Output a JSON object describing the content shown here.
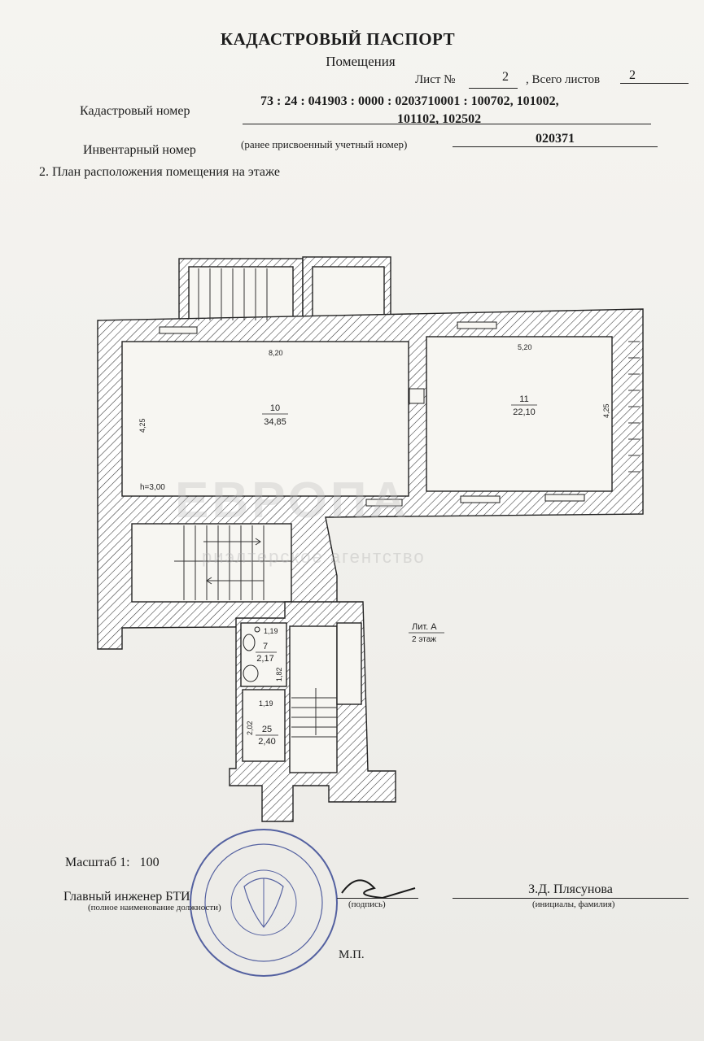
{
  "header": {
    "title": "КАДАСТРОВЫЙ ПАСПОРТ",
    "subtitle": "Помещения",
    "sheet_label": "Лист №",
    "sheet_value": "2",
    "total_label": ", Всего листов",
    "total_value": "2"
  },
  "cadastral": {
    "label": "Кадастровый номер",
    "line1": "73 :  24 :  041903 :  0000 :  0203710001 :  100702,  101002,",
    "line2": "101102,  102502"
  },
  "inventory": {
    "label": "Инвентарный номер",
    "note": "(ранее присвоенный учетный номер)",
    "value": "020371"
  },
  "section_title": "2. План расположения помещения на этаже",
  "plan": {
    "room10": {
      "number": "10",
      "area": "34,85",
      "width": "8,20",
      "depth": "4,25"
    },
    "room11": {
      "number": "11",
      "area": "22,10",
      "width": "5,20",
      "depth": "4,25"
    },
    "room7": {
      "number": "7",
      "area": "2,17",
      "width": "1,19",
      "depth": "1,82"
    },
    "room25": {
      "number": "25",
      "area": "2,40",
      "width": "1,19",
      "depth": "2,02"
    },
    "height": "h=3,00",
    "litera": "Лит. А",
    "floor": "2 этаж"
  },
  "watermark": {
    "brand": "ЕВРОПА",
    "tagline": "риэлтерское агентство"
  },
  "footer": {
    "scale_label": "Масштаб 1:",
    "scale_value": "100",
    "engineer_title": "Главный инженер БТИ",
    "engineer_note": "(полное наименование должности)",
    "signature_note": "(подпись)",
    "initials": "З.Д. Плясунова",
    "initials_note": "(инициалы, фамилия)",
    "stamp_label": "М.П."
  },
  "colors": {
    "ink": "#222222",
    "paper": "#f3f2ee",
    "stamp": "#2f3f8f"
  }
}
